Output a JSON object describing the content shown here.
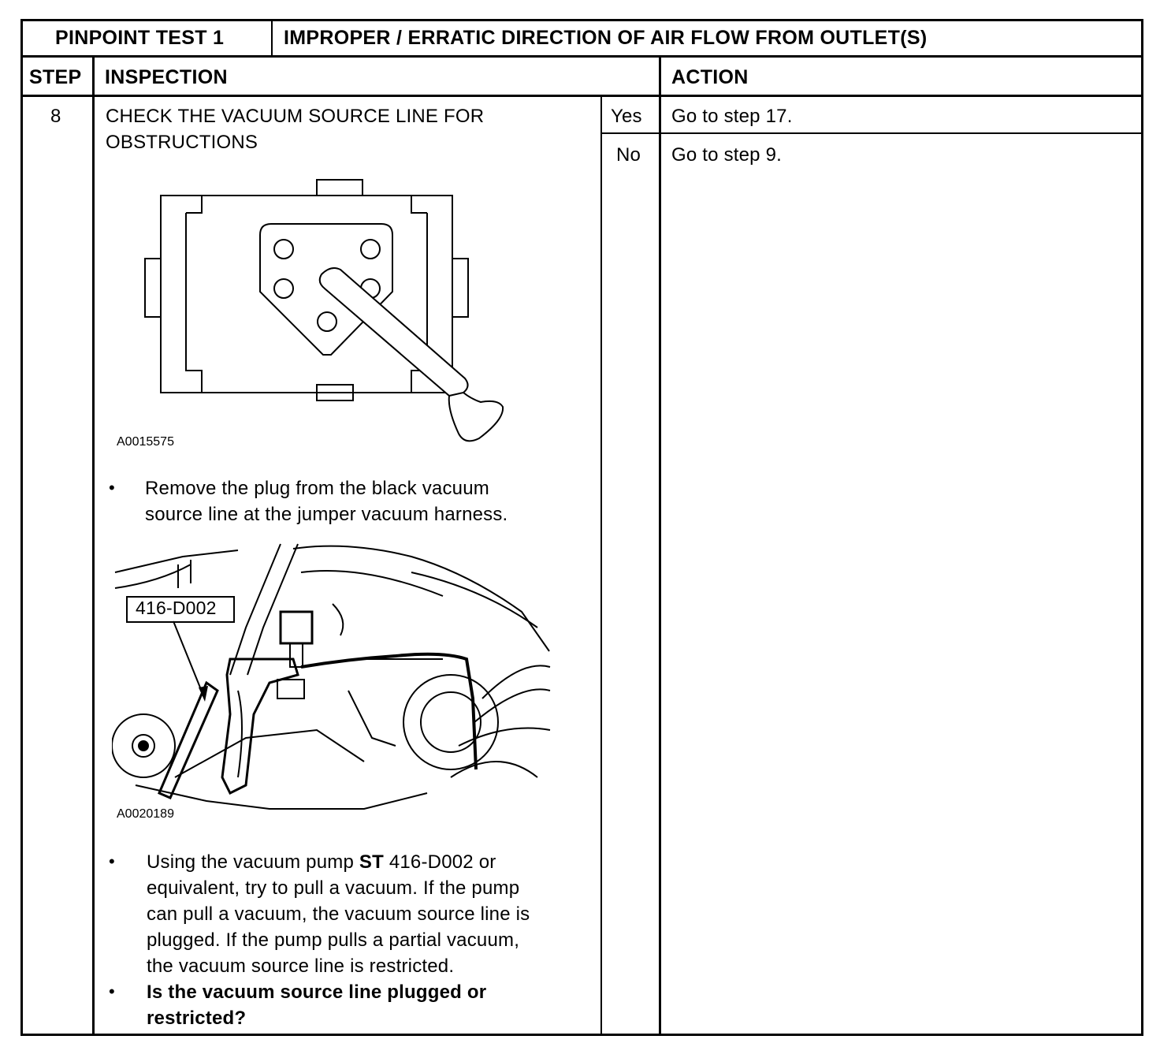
{
  "header": {
    "test_label": "PINPOINT TEST 1",
    "test_title": "IMPROPER / ERRATIC DIRECTION OF AIR FLOW FROM OUTLET(S)"
  },
  "columns": {
    "step": "STEP",
    "inspection": "INSPECTION",
    "action": "ACTION"
  },
  "row": {
    "step_number": "8",
    "check_line1": "CHECK THE VACUUM SOURCE LINE FOR",
    "check_line2": "OBSTRUCTIONS",
    "figure1_id": "A0015575",
    "bullet1_line1": "Remove the plug from the black vacuum",
    "bullet1_line2": "source line at the jumper vacuum harness.",
    "figure2_callout": "416-D002",
    "figure2_id": "A0020189",
    "bullet2_line1_pre": "Using the vacuum pump ",
    "bullet2_line1_bold": "ST",
    "bullet2_line1_post": " 416-D002 or",
    "bullet2_line2": "equivalent, try to pull a vacuum.  If the pump",
    "bullet2_line3": "can pull a vacuum, the vacuum source line is",
    "bullet2_line4": "plugged.  If the pump pulls a partial vacuum,",
    "bullet2_line5": "the vacuum source line is restricted.",
    "question_line1": "Is the vacuum source line plugged or",
    "question_line2": "restricted?",
    "bullet_glyph": "•"
  },
  "answers": [
    {
      "label": "Yes",
      "action": "Go to step 17."
    },
    {
      "label": "No",
      "action": "Go to step 9."
    }
  ]
}
